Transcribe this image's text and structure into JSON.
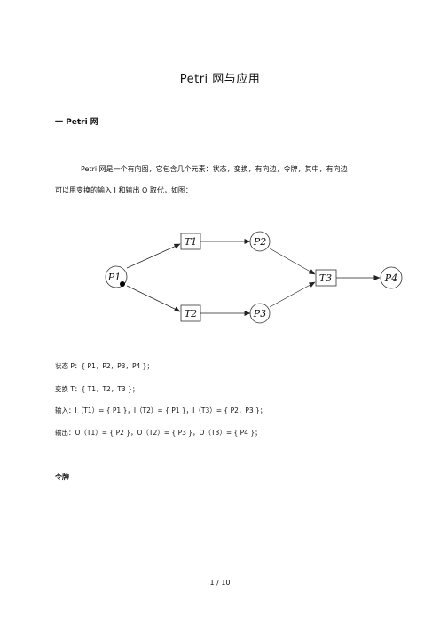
{
  "document": {
    "title": "Petri 网与应用",
    "section_heading": "一  Petri 网",
    "paragraph_1": "Petri 网是一个有向图，它包含几个元素：状态，变换，有向边，令牌，其中，有向边",
    "paragraph_2": "可以用变换的输入 I 和输出 O 取代，如图：",
    "states_line": "状态 P：{ P1，P2，P3，P4 }；",
    "transitions_line": "变换 T：{ T1，T2，T3 }；",
    "input_line": "输入：I（T1）= { P1 }，I（T2）= { P1 }，I（T3）= { P2，P3 }；",
    "output_line": "输出：O（T1）= { P2 }，O（T2）= { P3 }，O（T3）= { P4 }；",
    "token_heading": "令牌",
    "page_number": "1 / 10"
  },
  "diagram": {
    "places": [
      "P1",
      "P2",
      "P3",
      "P4"
    ],
    "transitions": [
      "T1",
      "T2",
      "T3"
    ]
  }
}
